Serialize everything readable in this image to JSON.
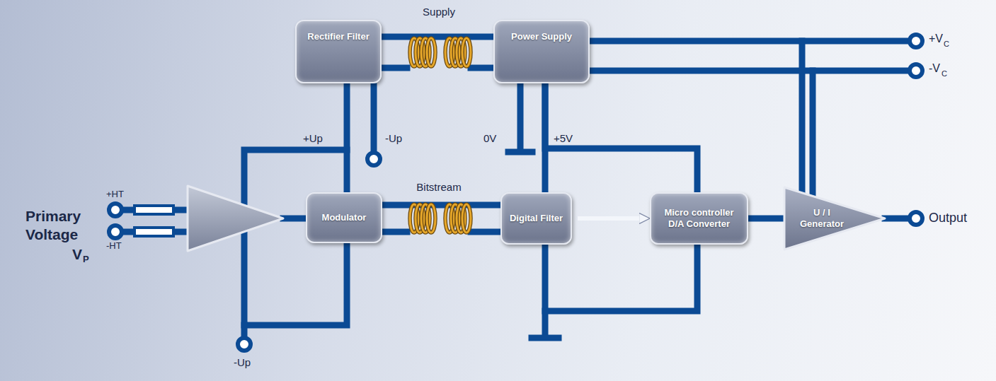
{
  "diagram": {
    "nodes": [
      {
        "text": [
          "Rectifier Filter"
        ]
      },
      {
        "text": [
          "Power Supply"
        ]
      },
      {
        "text": [
          "Modulator"
        ]
      },
      {
        "text": [
          "Digital Filter"
        ]
      },
      {
        "text": [
          "Micro controller D/A Converter"
        ]
      },
      {
        "text": [
          "U / I Generator"
        ]
      }
    ],
    "edges": [
      {
        "from": 0,
        "to": 1,
        "label": "Supply",
        "arrow": "none"
      },
      {
        "from": 0,
        "to": 2,
        "arrow": "none"
      },
      {
        "from": 2,
        "to": 3,
        "label": "Bitstream",
        "arrow": "none"
      },
      {
        "from": 1,
        "to": 3,
        "arrow": "none"
      },
      {
        "from": 1,
        "to": 4,
        "arrow": "none"
      },
      {
        "from": 3,
        "to": 4,
        "arrow": "to"
      },
      {
        "from": 3,
        "to": 4,
        "arrow": "none"
      },
      {
        "from": 4,
        "to": 5,
        "arrow": "none"
      },
      {
        "from": 1,
        "to": 5,
        "arrow": "none"
      },
      {
        "from": 1,
        "to": 5,
        "arrow": "none"
      }
    ],
    "labels": [
      "+Up",
      "-Up",
      "0V",
      "+5V",
      "+HT",
      "Primary",
      "Voltage",
      "V",
      "P",
      "-HT",
      "-Up",
      "+V",
      "C",
      "-V",
      "C",
      "Output"
    ]
  }
}
